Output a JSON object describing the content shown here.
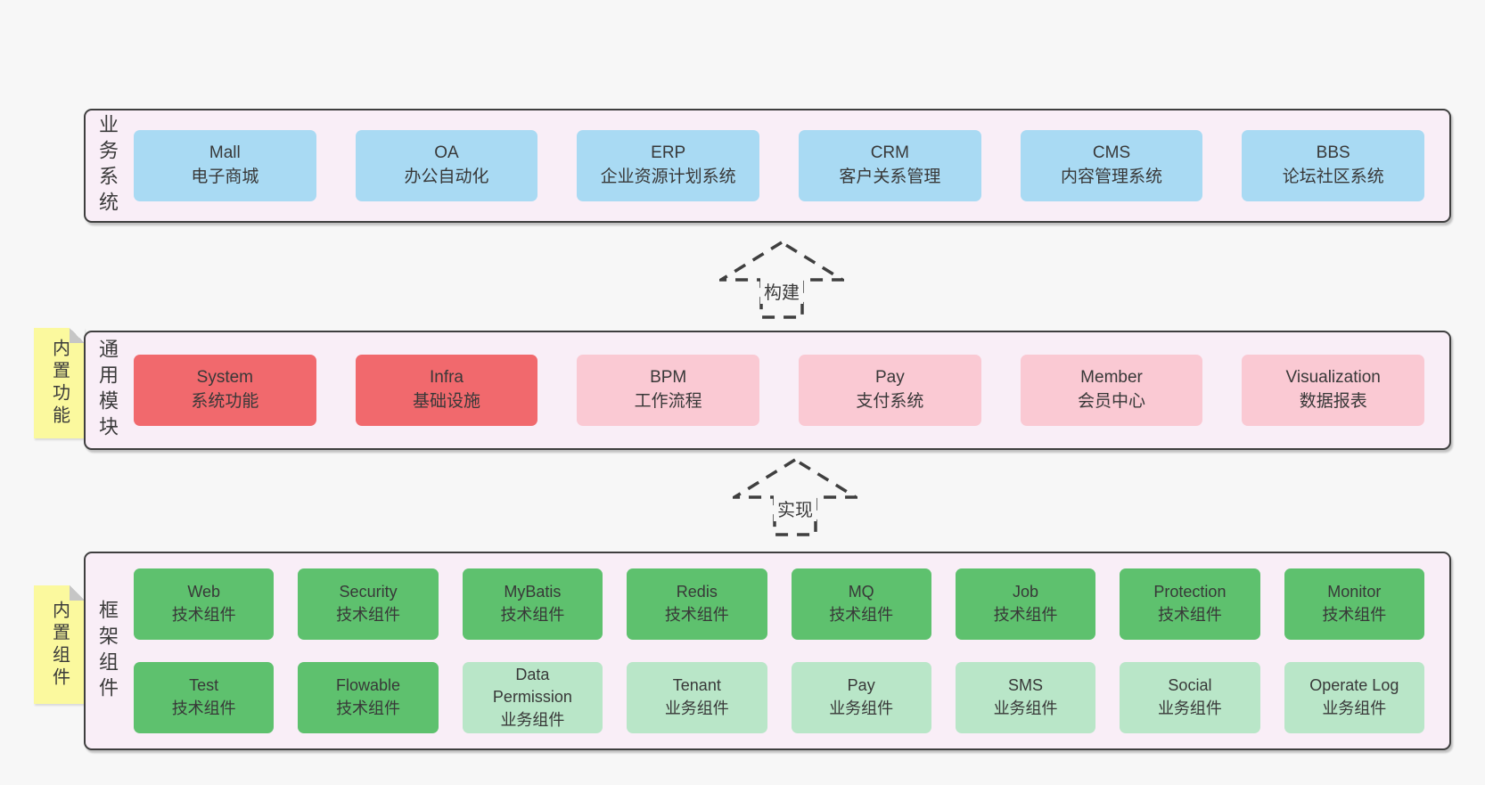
{
  "colors": {
    "page_background": "#f7f7f7",
    "panel_background": "#f9eef7",
    "panel_border": "#3f3f3f",
    "box_blue": "#a9daf3",
    "box_red": "#f1696d",
    "box_pink": "#fac9d3",
    "box_green": "#5ec16e",
    "box_light_green": "#b9e6c8",
    "sticky_yellow": "#fbf99e",
    "text": "#3a3a3a"
  },
  "arrows": {
    "build": "构建",
    "implement": "实现"
  },
  "layers": {
    "business": {
      "title": "业务系统",
      "boxes": [
        {
          "name": "Mall",
          "desc": "电子商城"
        },
        {
          "name": "OA",
          "desc": "办公自动化"
        },
        {
          "name": "ERP",
          "desc": "企业资源计划系统"
        },
        {
          "name": "CRM",
          "desc": "客户关系管理"
        },
        {
          "name": "CMS",
          "desc": "内容管理系统"
        },
        {
          "name": "BBS",
          "desc": "论坛社区系统"
        }
      ]
    },
    "modules": {
      "title": "通用模块",
      "note": "内置功能",
      "boxes": [
        {
          "name": "System",
          "desc": "系统功能"
        },
        {
          "name": "Infra",
          "desc": "基础设施"
        },
        {
          "name": "BPM",
          "desc": "工作流程"
        },
        {
          "name": "Pay",
          "desc": "支付系统"
        },
        {
          "name": "Member",
          "desc": "会员中心"
        },
        {
          "name": "Visualization",
          "desc": "数据报表"
        }
      ]
    },
    "components": {
      "title": "框架组件",
      "note": "内置组件",
      "rows": [
        [
          {
            "name": "Web",
            "desc": "技术组件"
          },
          {
            "name": "Security",
            "desc": "技术组件"
          },
          {
            "name": "MyBatis",
            "desc": "技术组件"
          },
          {
            "name": "Redis",
            "desc": "技术组件"
          },
          {
            "name": "MQ",
            "desc": "技术组件"
          },
          {
            "name": "Job",
            "desc": "技术组件"
          },
          {
            "name": "Protection",
            "desc": "技术组件"
          },
          {
            "name": "Monitor",
            "desc": "技术组件"
          }
        ],
        [
          {
            "name": "Test",
            "desc": "技术组件"
          },
          {
            "name": "Flowable",
            "desc": "技术组件"
          },
          {
            "name": "Data Permission",
            "desc": "业务组件"
          },
          {
            "name": "Tenant",
            "desc": "业务组件"
          },
          {
            "name": "Pay",
            "desc": "业务组件"
          },
          {
            "name": "SMS",
            "desc": "业务组件"
          },
          {
            "name": "Social",
            "desc": "业务组件"
          },
          {
            "name": "Operate Log",
            "desc": "业务组件"
          }
        ]
      ]
    }
  }
}
